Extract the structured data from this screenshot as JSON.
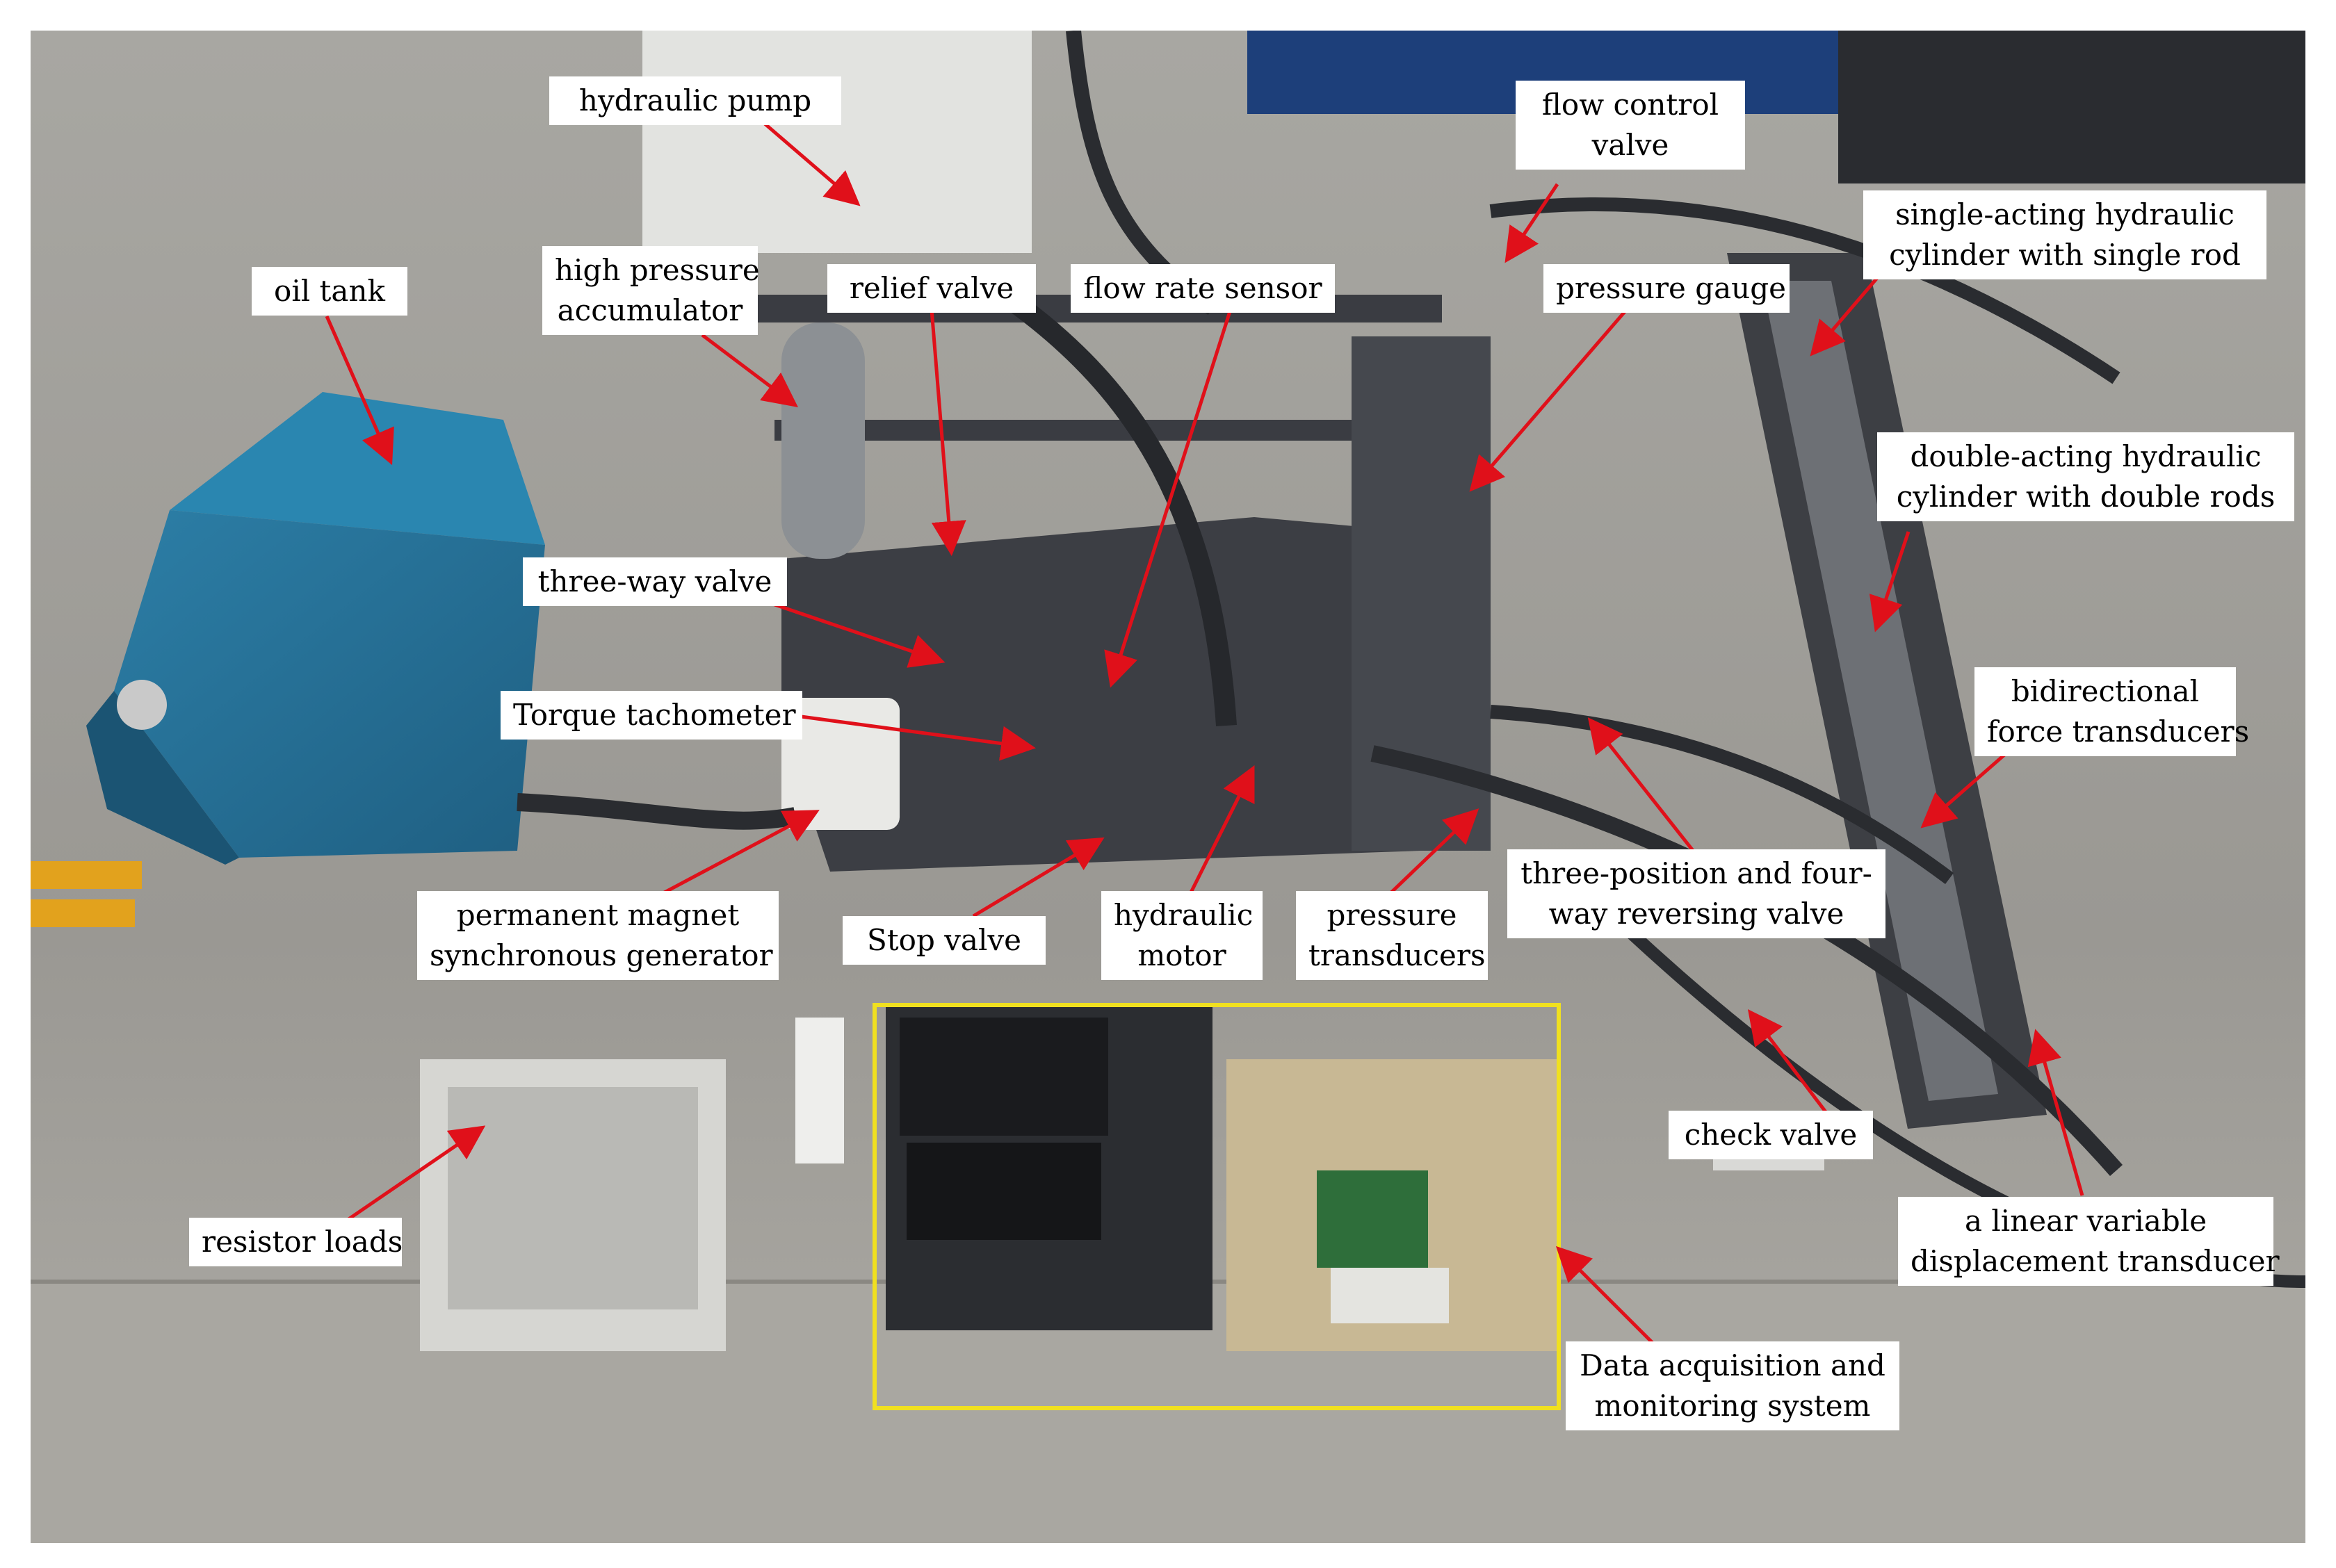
{
  "labels": {
    "hydraulic_pump": "hydraulic pump",
    "flow_control_valve_1": "flow control",
    "flow_control_valve_2": "valve",
    "single_acting_cylinder_1": "single-acting hydraulic",
    "single_acting_cylinder_2": "cylinder with single rod",
    "oil_tank": "oil tank",
    "high_pressure_accumulator_1": "high pressure",
    "high_pressure_accumulator_2": "accumulator",
    "relief_valve": "relief valve",
    "flow_rate_sensor": "flow rate sensor",
    "pressure_gauge": "pressure gauge",
    "double_acting_cylinder_1": "double-acting hydraulic",
    "double_acting_cylinder_2": "cylinder with double rods",
    "three_way_valve": "three-way valve",
    "torque_tachometer": "Torque tachometer",
    "bidirectional_force_1": "bidirectional",
    "bidirectional_force_2": "force transducers",
    "pmsg_1": "permanent magnet",
    "pmsg_2": "synchronous generator",
    "stop_valve": "Stop valve",
    "hydraulic_motor_1": "hydraulic",
    "hydraulic_motor_2": "motor",
    "pressure_transducers_1": "pressure",
    "pressure_transducers_2": "transducers",
    "reversing_valve_1": "three-position and four-",
    "reversing_valve_2": "way reversing valve",
    "check_valve": "check valve",
    "resistor_loads": "resistor loads",
    "lvdt_1": "a linear variable",
    "lvdt_2": "displacement transducer",
    "daq_1": "Data acquisition and",
    "daq_2": "monitoring system"
  },
  "colors": {
    "arrow": "#e0101a",
    "highlight_box": "#f0e020",
    "label_background": "#ffffff"
  }
}
